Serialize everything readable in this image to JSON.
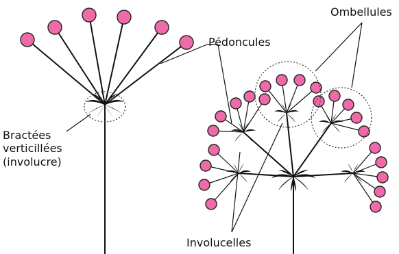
{
  "labels": {
    "ombellules": "Ombellules",
    "pedoncules": "Pédoncules",
    "bractees_line1": "Bractées",
    "bractees_line2": "verticillées",
    "bractees_line3": "(involucre)",
    "involucelles": "Involucelles"
  },
  "colors": {
    "flower_fill": "#ee6aa8",
    "stroke": "#111111",
    "background": "#ffffff"
  }
}
